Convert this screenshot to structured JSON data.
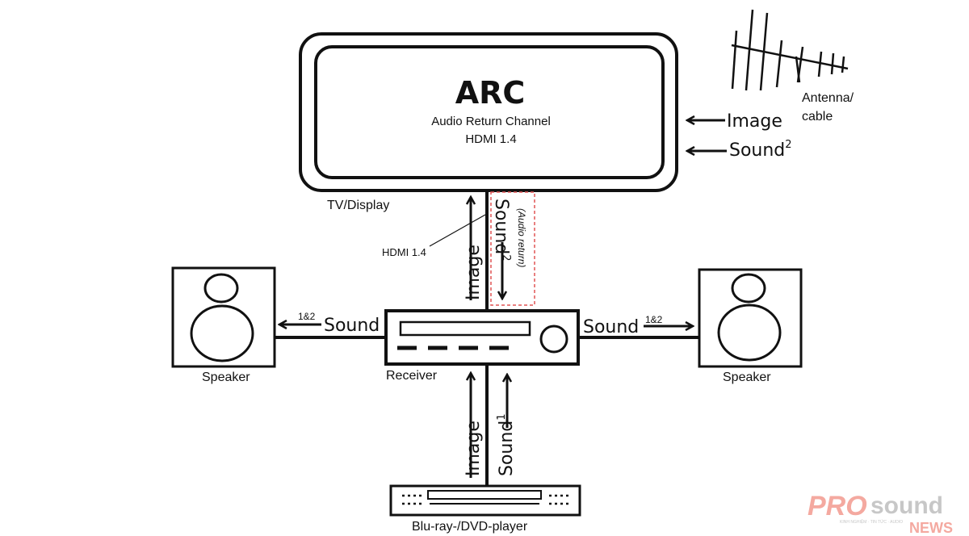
{
  "tv": {
    "title": "ARC",
    "subtitle": "Audio Return Channel",
    "version": "HDMI 1.4",
    "label": "TV/Display"
  },
  "antenna": {
    "label_line1": "Antenna/",
    "label_line2": "cable"
  },
  "antenna_arrows": {
    "image": "Image",
    "sound": "Sound",
    "sound_sup": "2"
  },
  "hdmi_link": {
    "callout": "HDMI 1.4",
    "image": "Image",
    "sound": "Sound",
    "sound_sup": "2",
    "audio_return": "(Audio return)"
  },
  "receiver": {
    "label": "Receiver"
  },
  "left_speaker": {
    "label": "Speaker",
    "sound": "Sound",
    "sup": "1&2"
  },
  "right_speaker": {
    "label": "Speaker",
    "sound": "Sound",
    "sup": "1&2"
  },
  "player_link": {
    "image": "Image",
    "sound": "Sound",
    "sound_sup": "1"
  },
  "player": {
    "label": "Blu-ray-/DVD-player"
  },
  "watermark": {
    "brand_pro": "PRO",
    "brand_sound": "sound",
    "brand_news": "NEWS",
    "tagline": "KINH NGHIỆM · TIN TỨC · AUDIO",
    "color_pro": "#f4a9a0",
    "color_sound": "#c7c7c7"
  }
}
